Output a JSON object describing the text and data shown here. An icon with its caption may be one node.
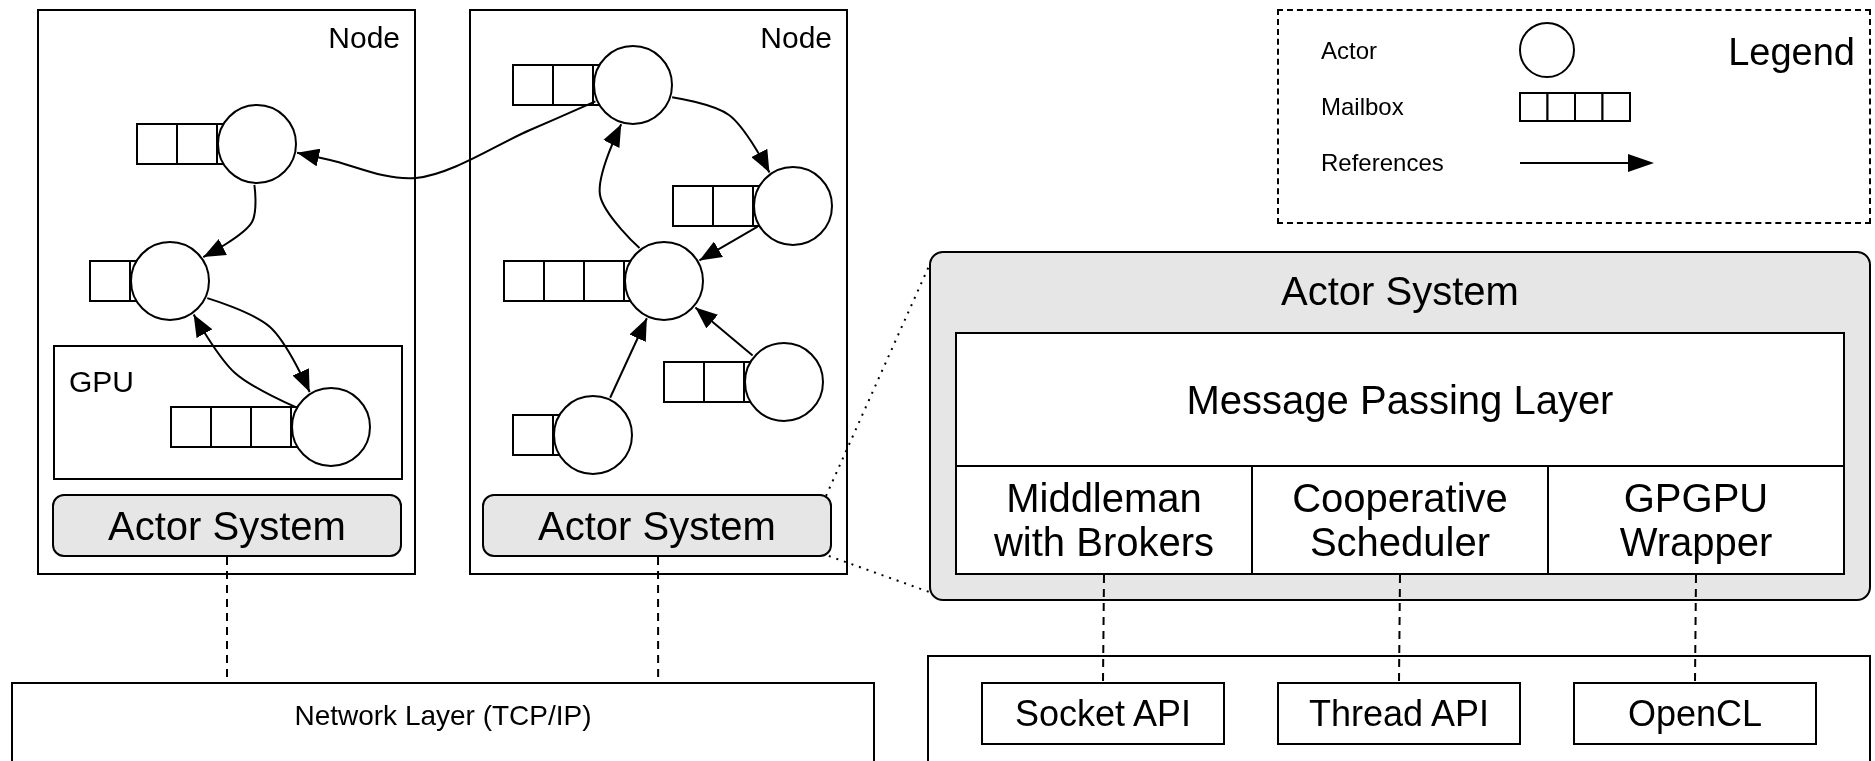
{
  "diagram": {
    "nodes": [
      {
        "text": [
          "Node"
        ]
      },
      {
        "text": [],
        "shape": "circle",
        "in": 0
      },
      {
        "text": [],
        "shape": "circle",
        "in": 0
      },
      {
        "text": [
          "GPU"
        ],
        "in": 0
      },
      {
        "text": [],
        "shape": "circle",
        "in": 3
      },
      {
        "text": [
          "Actor System"
        ],
        "in": 0
      },
      {
        "text": [
          "Node"
        ]
      },
      {
        "text": [],
        "shape": "circle",
        "in": 6
      },
      {
        "text": [],
        "shape": "circle",
        "in": 6
      },
      {
        "text": [],
        "shape": "circle",
        "in": 6
      },
      {
        "text": [],
        "shape": "circle",
        "in": 6
      },
      {
        "text": [],
        "shape": "circle",
        "in": 6
      },
      {
        "text": [
          "Actor System"
        ],
        "in": 6
      },
      {
        "text": [
          "Actor System"
        ]
      },
      {
        "text": [
          "Message Passing Layer"
        ],
        "in": 13
      },
      {
        "text": [
          "Middleman with Brokers"
        ],
        "in": 13
      },
      {
        "text": [
          "Cooperative Scheduler"
        ],
        "in": 13
      },
      {
        "text": [
          "GPGPU Wrapper"
        ],
        "in": 13
      },
      {
        "text": [
          "Network Layer (TCP/IP)"
        ]
      },
      {
        "text": [],
        "shape": "box"
      },
      {
        "text": [
          "Socket API"
        ],
        "in": 19
      },
      {
        "text": [
          "Thread API"
        ],
        "in": 19
      },
      {
        "text": [
          "OpenCL"
        ],
        "in": 19
      }
    ],
    "edges": [
      {
        "from": 7,
        "to": 1,
        "arrow": "to"
      },
      {
        "from": 1,
        "to": 2,
        "arrow": "to"
      },
      {
        "from": 2,
        "to": 4,
        "arrow": "to"
      },
      {
        "from": 4,
        "to": 2,
        "arrow": "to"
      },
      {
        "from": 7,
        "to": 8,
        "arrow": "to"
      },
      {
        "from": 8,
        "to": 9,
        "arrow": "to"
      },
      {
        "from": 9,
        "to": 7,
        "arrow": "to"
      },
      {
        "from": 10,
        "to": 9,
        "arrow": "to"
      },
      {
        "from": 11,
        "to": 9,
        "arrow": "to"
      },
      {
        "from": 5,
        "to": 18,
        "arrow": "none",
        "style": "dashed"
      },
      {
        "from": 12,
        "to": 18,
        "arrow": "none",
        "style": "dashed"
      },
      {
        "from": 12,
        "to": 13,
        "arrow": "none",
        "style": "dashed"
      },
      {
        "from": 12,
        "to": 13,
        "arrow": "none",
        "style": "dashed"
      },
      {
        "from": 15,
        "to": 20,
        "arrow": "none",
        "style": "dashed"
      },
      {
        "from": 16,
        "to": 21,
        "arrow": "none",
        "style": "dashed"
      },
      {
        "from": 17,
        "to": 22,
        "arrow": "none",
        "style": "dashed"
      }
    ],
    "labels": [
      "Legend"
    ],
    "legend": [
      {
        "text": "Actor"
      },
      {
        "text": "Mailbox"
      },
      {
        "text": "References"
      }
    ]
  }
}
